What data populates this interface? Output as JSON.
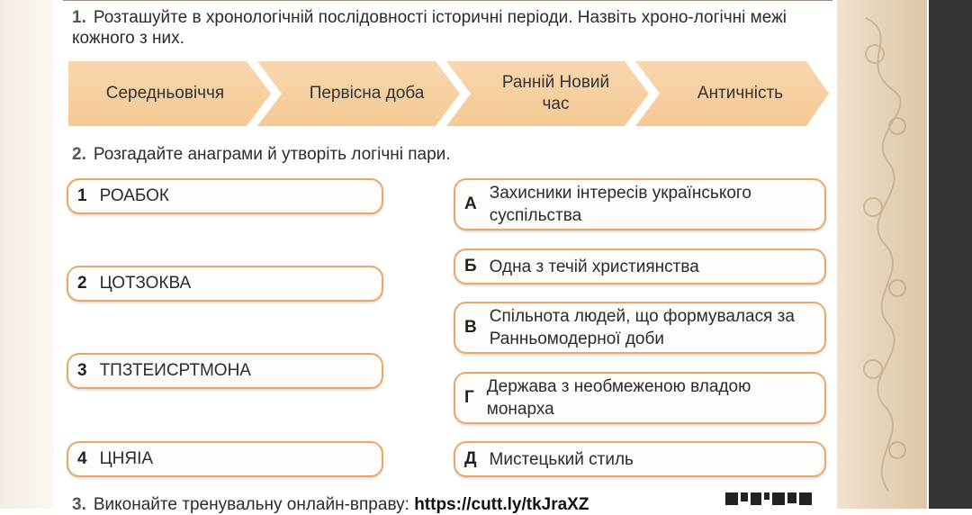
{
  "task1": {
    "number": "1.",
    "text": "Розташуйте в хронологічній послідовності історичні періоди. Назвіть хроно-логічні межі кожного з них."
  },
  "periods": [
    "Середньовіччя",
    "Первісна доба",
    "Ранній Новий час",
    "Античність"
  ],
  "task2": {
    "number": "2.",
    "text": "Розгадайте анаграми й утворіть логічні пари."
  },
  "anagrams": [
    {
      "key": "1",
      "text": "РОАБОК"
    },
    {
      "key": "2",
      "text": "ЦОТЗОКВА"
    },
    {
      "key": "3",
      "text": "ТПЗТЕИСРТМОНА"
    },
    {
      "key": "4",
      "text": "ЦНЯІА"
    }
  ],
  "definitions": [
    {
      "key": "А",
      "text": "Захисники інтересів українського суспільства"
    },
    {
      "key": "Б",
      "text": "Одна з течій християнства"
    },
    {
      "key": "В",
      "text": "Спільнота людей, що формувалася за Ранньомодерної доби"
    },
    {
      "key": "Г",
      "text": "Держава з необмеженою владою монарха"
    },
    {
      "key": "Д",
      "text": "Мистецький стиль"
    }
  ],
  "task3": {
    "number": "3.",
    "text": "Виконайте тренувальну онлайн-вправу:",
    "link": "https://cutt.ly/tkJraXZ"
  },
  "colors": {
    "chevron_fill": "#f5c994",
    "pill_border": "#e9a66a",
    "side_decor": "#e7d6bd"
  },
  "icons": {
    "qr": "qr-code-icon"
  }
}
